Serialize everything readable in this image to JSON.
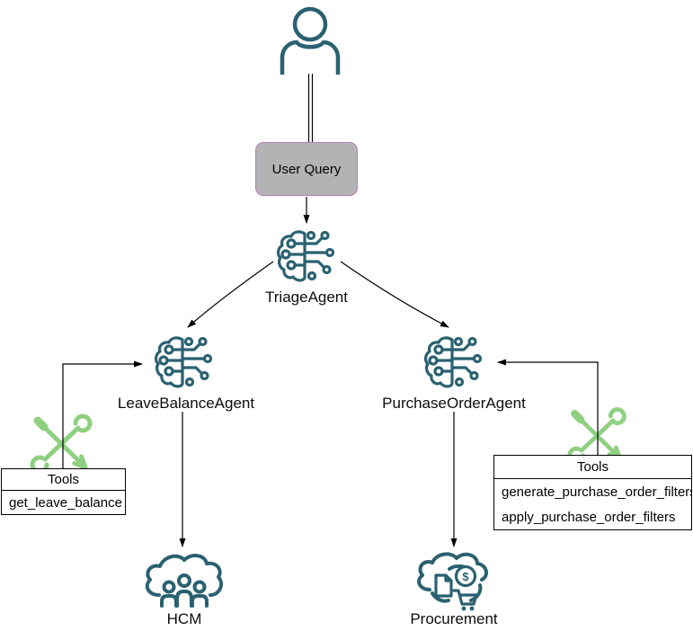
{
  "diagram": {
    "user_query": {
      "label": "User Query"
    },
    "agents": {
      "triage": {
        "label": "TriageAgent"
      },
      "leave_balance": {
        "label": "LeaveBalanceAgent"
      },
      "purchase_order": {
        "label": "PurchaseOrderAgent"
      }
    },
    "tools_left": {
      "header": "Tools",
      "items": [
        "get_leave_balance"
      ]
    },
    "tools_right": {
      "header": "Tools",
      "items": [
        "generate_purchase_order_filters",
        "apply_purchase_order_filters"
      ]
    },
    "systems": {
      "hcm": {
        "label": "HCM"
      },
      "procurement": {
        "label": "Procurement"
      }
    },
    "icons": [
      "person-icon",
      "brain-circuit-icon",
      "crossed-tools-icon",
      "cloud-people-icon",
      "cloud-procurement-icon"
    ],
    "colors": {
      "teal": "#2a6171",
      "green": "#8fd080",
      "box_fill": "#b3b3b3",
      "box_border": "#bd7db8",
      "connector": "#000000"
    }
  }
}
